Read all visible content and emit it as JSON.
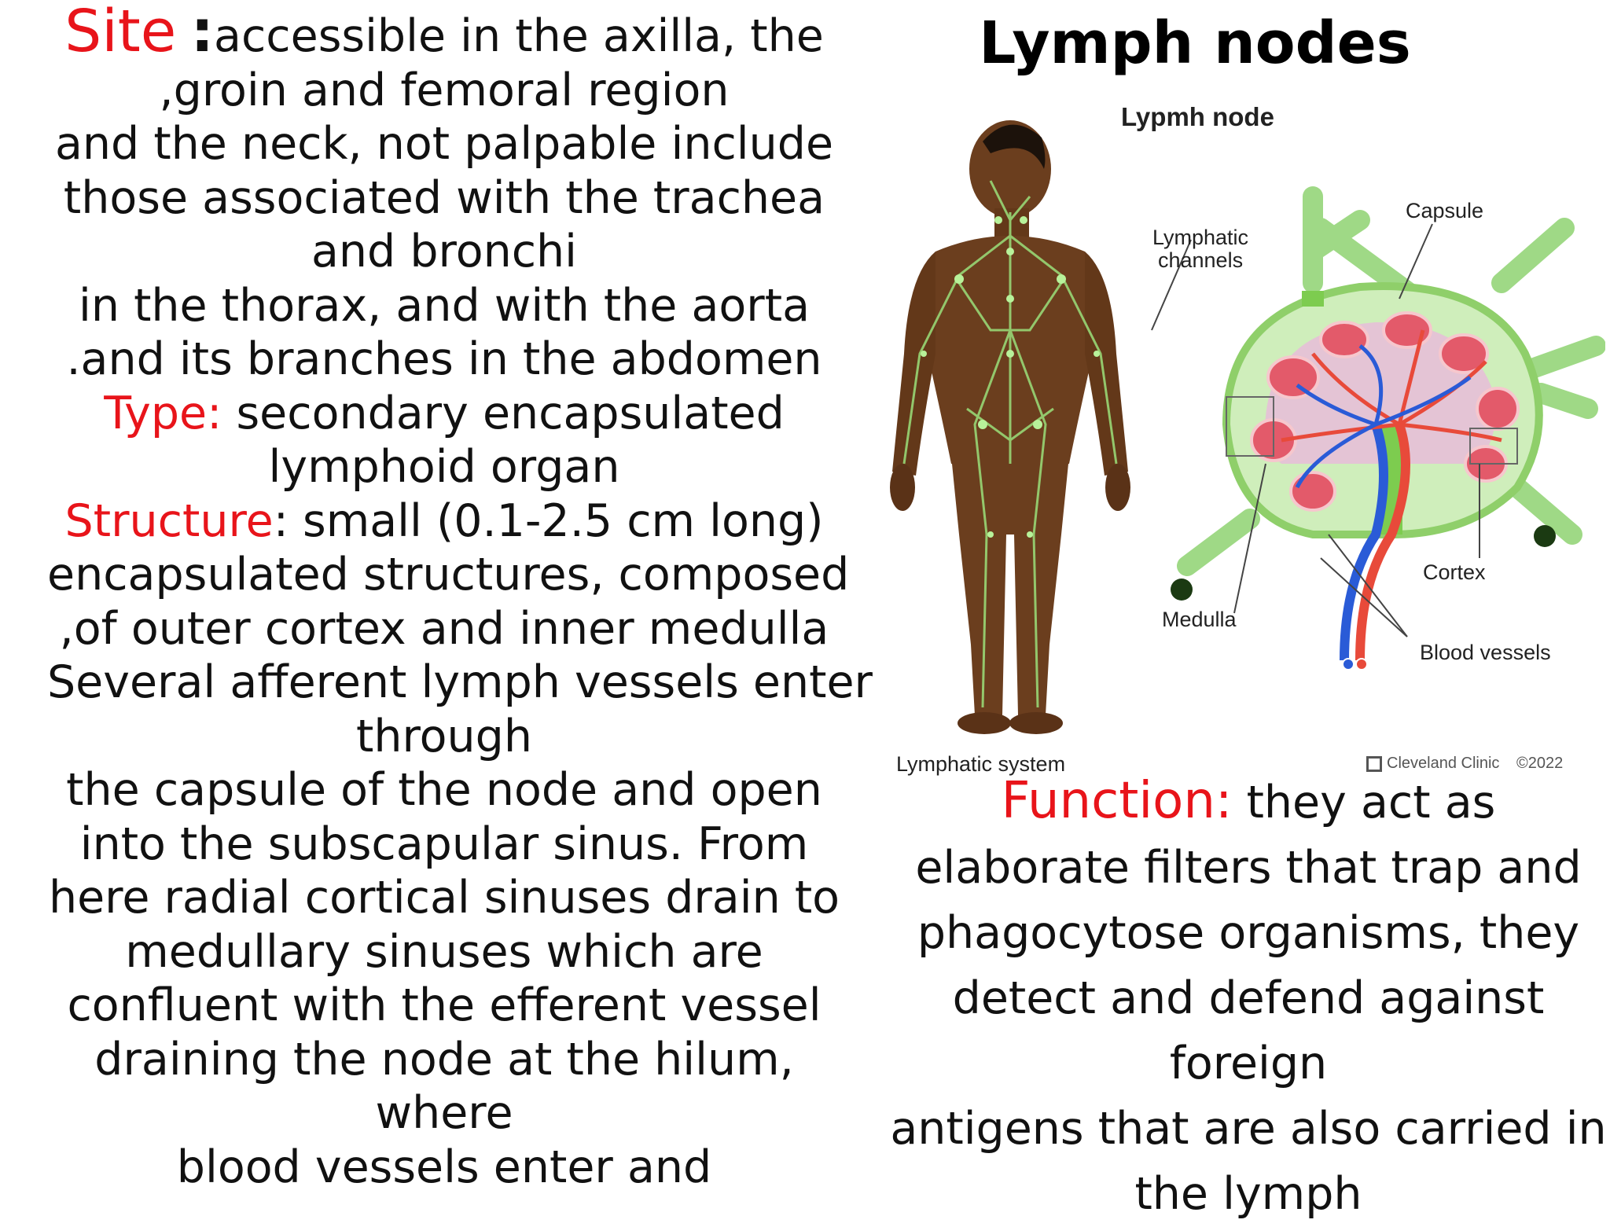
{
  "header": {
    "title": "Lymph nodes"
  },
  "left_text": {
    "site_label": "Site",
    "site_colon": ":",
    "site_lines": [
      "accessible in the axilla, the",
      ",groin and femoral region",
      "and the neck, not palpable include",
      "those associated with the trachea",
      "and bronchi",
      "in the thorax, and with the aorta",
      ".and its branches in the abdomen"
    ],
    "type_label": "Type:",
    "type_lines": [
      " secondary encapsulated",
      "lymphoid organ"
    ],
    "structure_label": "Structure",
    "structure_lines": [
      ": small (0.1-2.5 cm long)",
      "encapsulated structures, composed",
      ",of outer cortex and inner medulla",
      "Several afferent lymph vessels enter",
      "through",
      "the capsule of the node and open",
      "into the subscapular sinus. From",
      "here radial cortical sinuses drain to",
      "medullary sinuses which are",
      "confluent with the efferent vessel",
      "draining the node at the hilum,",
      "where",
      "blood vessels enter and"
    ]
  },
  "figure": {
    "title": "Lypmh node",
    "labels": {
      "lymphatic_channels": [
        "Lymphatic",
        "channels"
      ],
      "capsule": "Capsule",
      "cortex": "Cortex",
      "medulla": "Medulla",
      "blood_vessels": "Blood vessels",
      "lymphatic_system": "Lymphatic system"
    },
    "credit": {
      "brand": "Cleveland Clinic",
      "year": "©2022"
    },
    "colors": {
      "skin": "#6b3e1e",
      "lymph_green": "#8fcf6a",
      "node_fill": "#cfeebb",
      "artery": "#e84a3a",
      "vein": "#2a5bd7",
      "follicle": "#e35a6a"
    }
  },
  "right_text": {
    "function_label": "Function:",
    "function_lines": [
      " they act as",
      "elaborate filters that trap and",
      "phagocytose organisms, they",
      "detect and defend against",
      "foreign",
      "antigens that are also carried in",
      "the lymph"
    ]
  }
}
